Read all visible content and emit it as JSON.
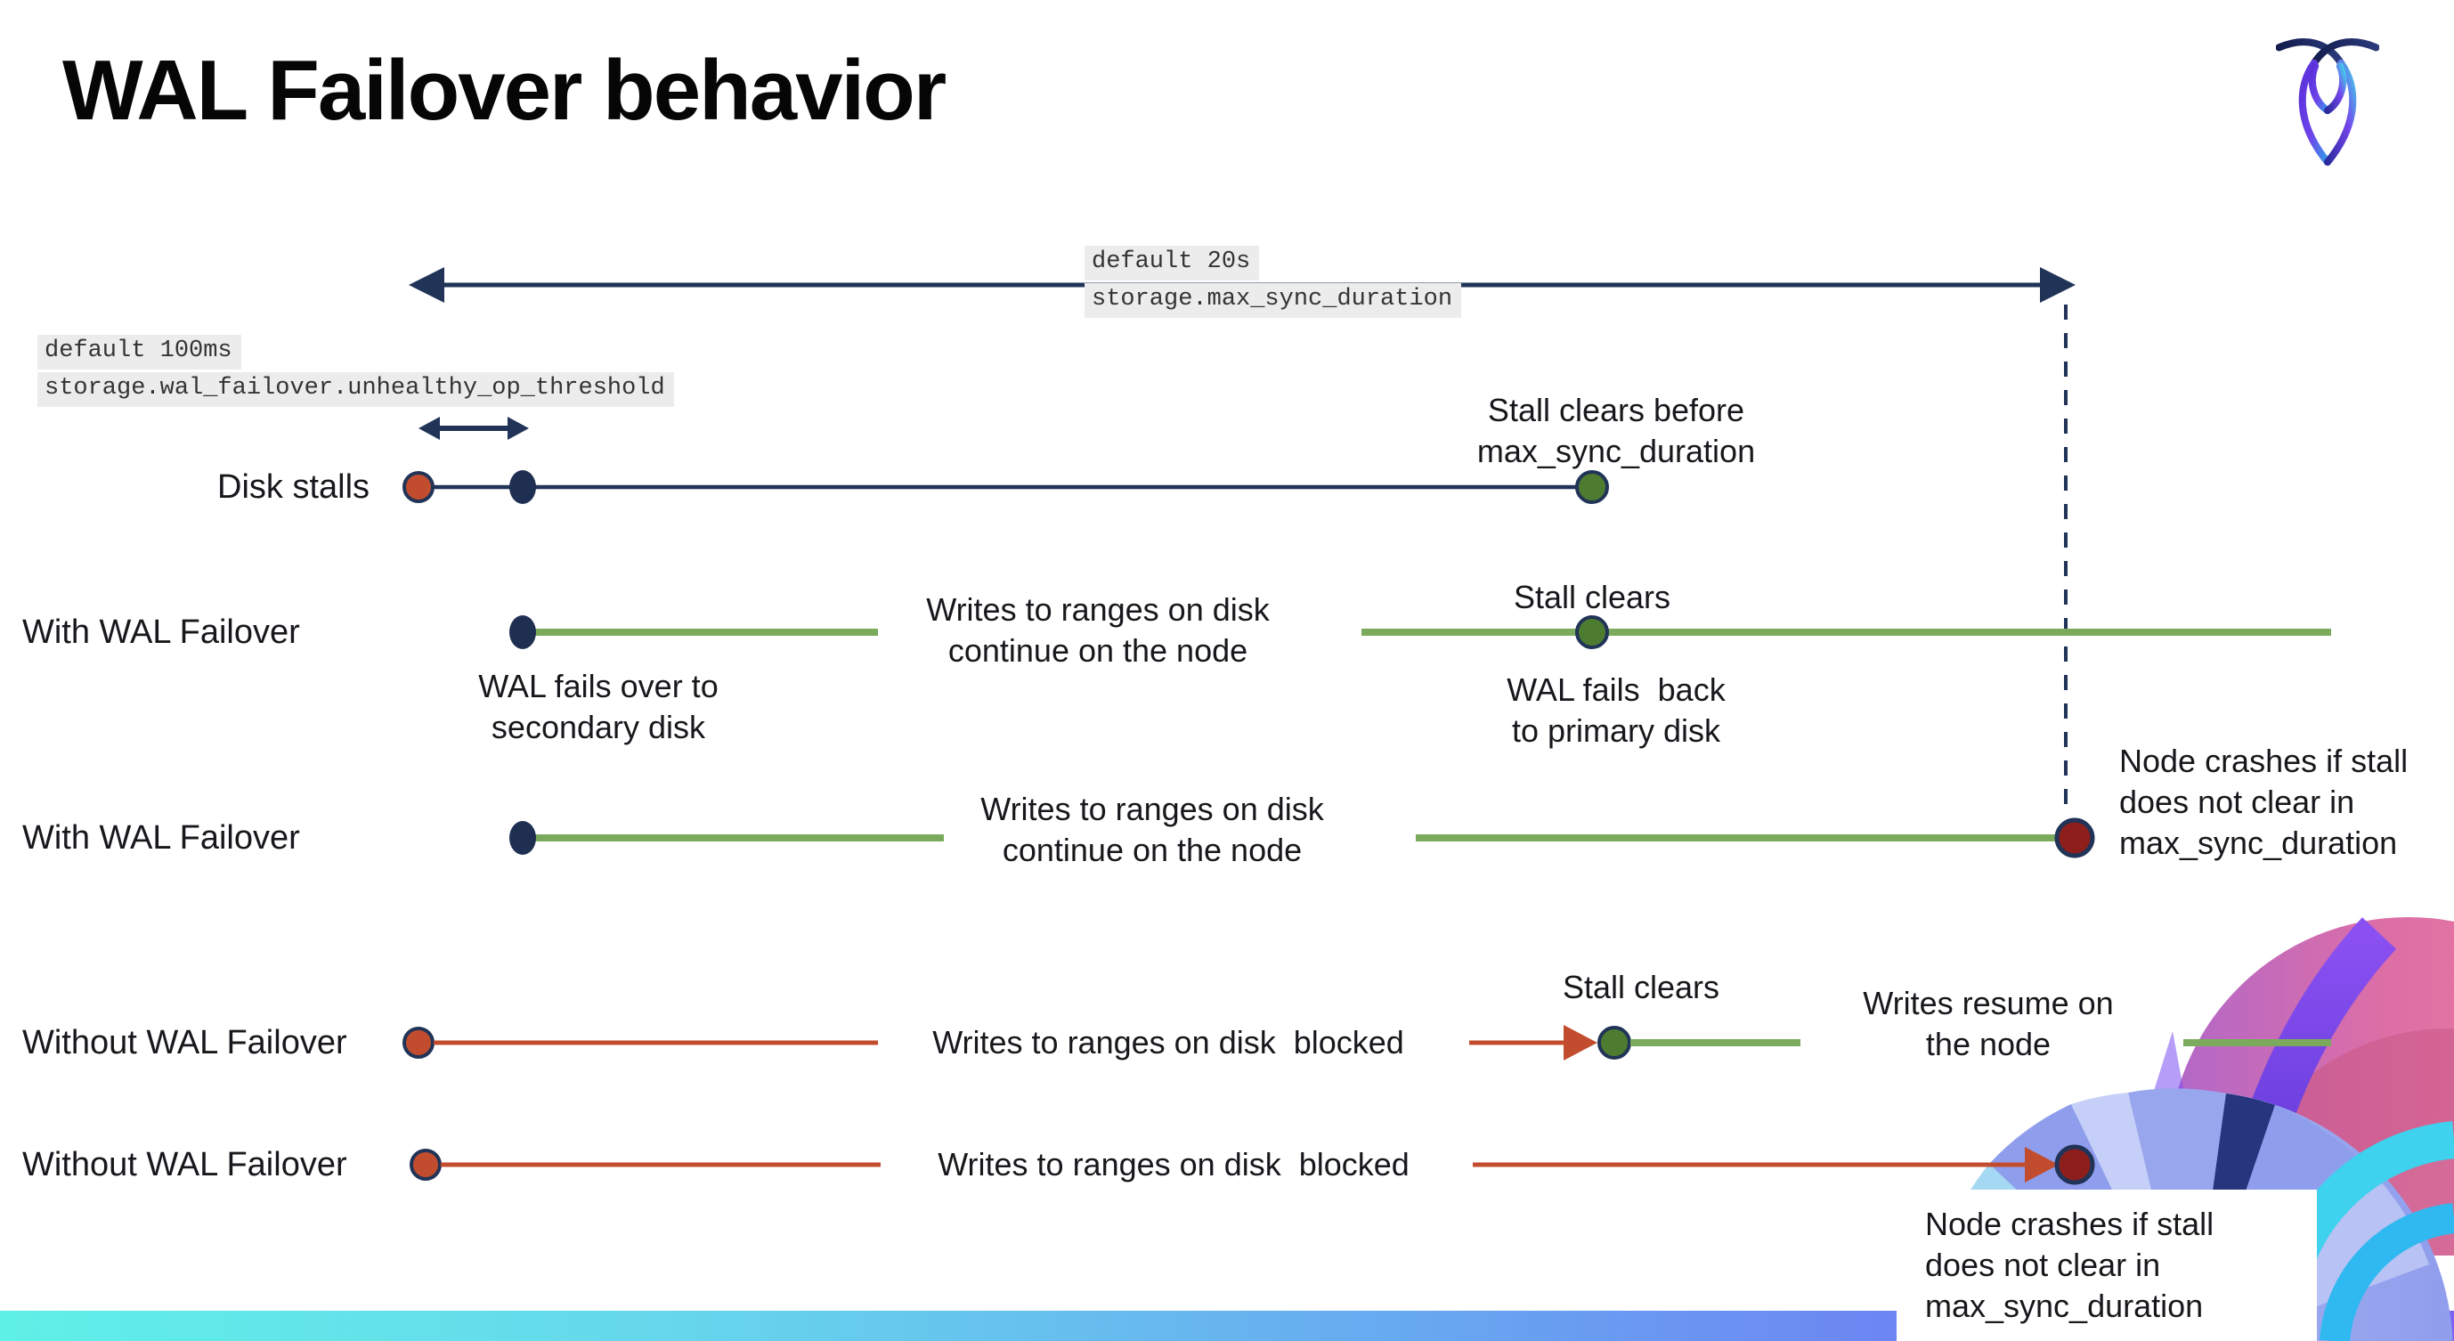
{
  "title": "WAL Failover behavior",
  "brand": {
    "logo": "cockroachdb-mark"
  },
  "settings": {
    "max_sync_duration": {
      "default_label": "default 20s",
      "setting_name": "storage.max_sync_duration"
    },
    "unhealthy_op_threshold": {
      "default_label": "default 100ms",
      "setting_name": "storage.wal_failover.unhealthy_op_threshold"
    }
  },
  "rows": [
    {
      "label": "Disk stalls",
      "annotations": {
        "stall_clears_before": "Stall clears before\nmax_sync_duration"
      }
    },
    {
      "label": "With WAL Failover",
      "annotations": {
        "fails_over": "WAL fails over to\nsecondary disk",
        "writes_continue": "Writes to ranges on disk\ncontinue on the node",
        "stall_clears": "Stall clears",
        "fails_back": "WAL fails  back\nto primary disk"
      }
    },
    {
      "label": "With WAL Failover",
      "annotations": {
        "writes_continue": "Writes to ranges on disk\ncontinue on the node",
        "node_crashes": "Node crashes if stall\ndoes not clear in\nmax_sync_duration"
      }
    },
    {
      "label": "Without WAL Failover",
      "annotations": {
        "writes_blocked": "Writes to ranges on disk  blocked",
        "stall_clears": "Stall clears",
        "writes_resume": "Writes resume on\nthe node"
      }
    },
    {
      "label": "Without WAL Failover",
      "annotations": {
        "writes_blocked": "Writes to ranges on disk  blocked",
        "node_crashes": "Node crashes if stall\ndoes not clear in\nmax_sync_duration"
      }
    }
  ],
  "colors": {
    "navy": "#213457",
    "green_line": "#7caa5c",
    "green_dot": "#4d7c30",
    "red": "#c24d2e",
    "dark_red": "#8d1e1c",
    "code_bg": "#ececec",
    "bar_left": "#5ff0e7",
    "bar_right": "#7e62f2"
  }
}
